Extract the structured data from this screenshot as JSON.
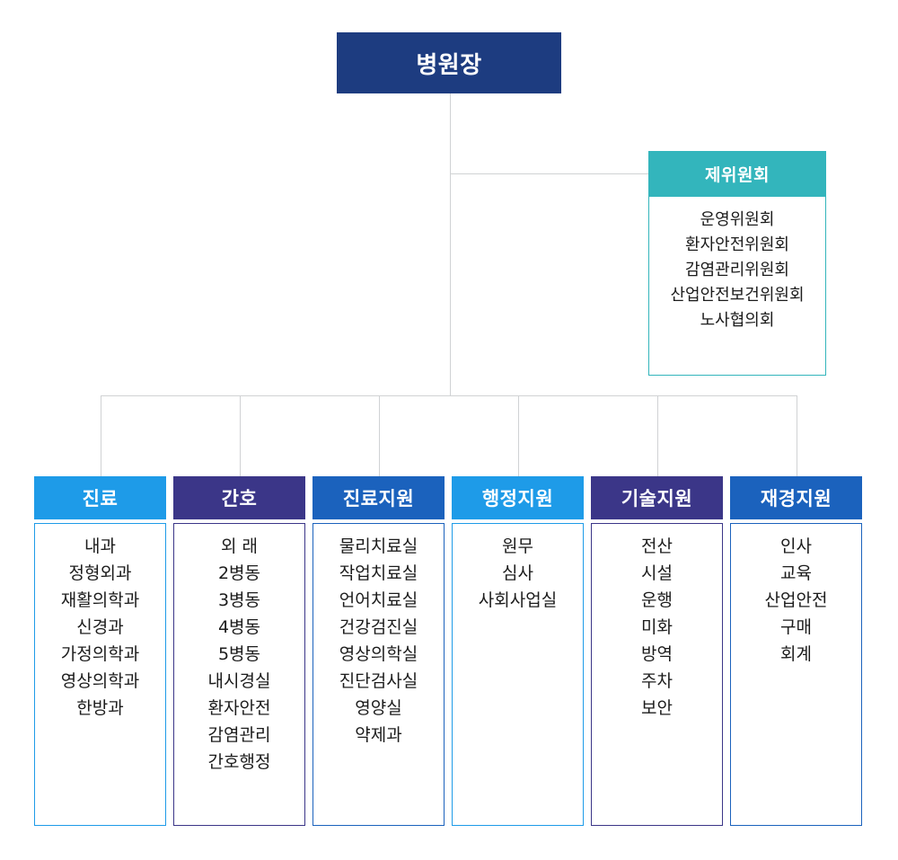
{
  "colors": {
    "root_navy": "#1d3c80",
    "committee_teal": "#33b5bc",
    "azure": "#1e9be8",
    "purple": "#3b3688",
    "medium_blue": "#1b62bd",
    "connector_grey": "#d0d2d4",
    "text_dark": "#1c1c1c"
  },
  "root": {
    "label": "병원장"
  },
  "committee": {
    "header": "제위원회",
    "items": [
      "운영위원회",
      "환자안전위원회",
      "감염관리위원회",
      "산업안전보건위원회",
      "노사협의회"
    ]
  },
  "departments": [
    {
      "header": "진료",
      "color": "#1e9be8",
      "items": [
        "내과",
        "정형외과",
        "재활의학과",
        "신경과",
        "가정의학과",
        "영상의학과",
        "한방과"
      ]
    },
    {
      "header": "간호",
      "color": "#3b3688",
      "items": [
        "외 래",
        "2병동",
        "3병동",
        "4병동",
        "5병동",
        "내시경실",
        "환자안전",
        "감염관리",
        "간호행정"
      ]
    },
    {
      "header": "진료지원",
      "color": "#1b62bd",
      "items": [
        "물리치료실",
        "작업치료실",
        "언어치료실",
        "건강검진실",
        "영상의학실",
        "진단검사실",
        "영양실",
        "약제과"
      ]
    },
    {
      "header": "행정지원",
      "color": "#1e9be8",
      "items": [
        "원무",
        "심사",
        "사회사업실"
      ]
    },
    {
      "header": "기술지원",
      "color": "#3b3688",
      "items": [
        "전산",
        "시설",
        "운행",
        "미화",
        "방역",
        "주차",
        "보안"
      ]
    },
    {
      "header": "재경지원",
      "color": "#1b62bd",
      "items": [
        "인사",
        "교육",
        "산업안전",
        "구매",
        "회계"
      ]
    }
  ]
}
